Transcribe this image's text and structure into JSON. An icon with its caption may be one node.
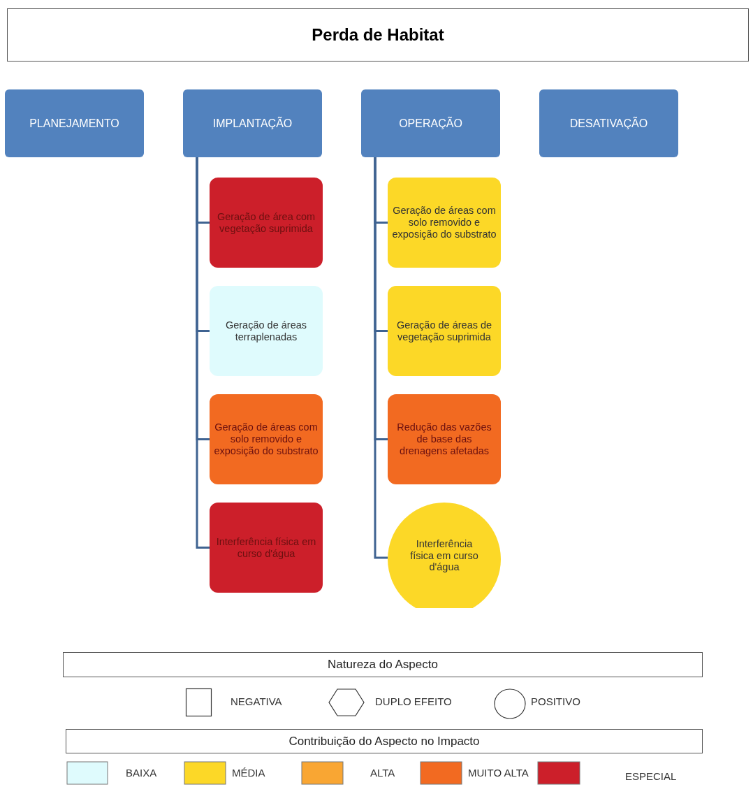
{
  "diagram": {
    "title": "Perda de Habitat",
    "nodes": [
      {
        "text": [
          "PLANEJAMENTO"
        ]
      },
      {
        "text": [
          "IMPLANTAÇÃO"
        ]
      },
      {
        "text": [
          "OPERAÇÃO"
        ]
      },
      {
        "text": [
          "DESATIVAÇÃO"
        ]
      },
      {
        "text": [
          "Geração de área com vegetação suprimida"
        ]
      },
      {
        "text": [
          "Geração de áreas terraplenadas"
        ]
      },
      {
        "text": [
          "Geração de áreas com solo removido e exposição do substrato"
        ]
      },
      {
        "text": [
          "Interferência física em curso d'água"
        ]
      },
      {
        "text": [
          "Geração de áreas com solo removido e exposição do substrato"
        ]
      },
      {
        "text": [
          "Geração de áreas de vegetação suprimida"
        ]
      },
      {
        "text": [
          "Redução das vazões de base das drenagens afetadas"
        ]
      },
      {
        "text": [
          "Interferência física em curso d'água"
        ]
      }
    ],
    "edges": [
      {
        "from": 1,
        "to": 4,
        "arrow": "none"
      },
      {
        "from": 1,
        "to": 5,
        "arrow": "none"
      },
      {
        "from": 1,
        "to": 6,
        "arrow": "none"
      },
      {
        "from": 1,
        "to": 7,
        "arrow": "none"
      },
      {
        "from": 2,
        "to": 8,
        "arrow": "none"
      },
      {
        "from": 2,
        "to": 9,
        "arrow": "none"
      },
      {
        "from": 2,
        "to": 10,
        "arrow": "none"
      },
      {
        "from": 2,
        "to": 11,
        "arrow": "none"
      }
    ],
    "labels": [
      "Natureza do Aspecto",
      "Contribuição do Aspecto no Impacto"
    ],
    "legend": [
      {
        "text": "NEGATIVA"
      },
      {
        "text": "DUPLO EFEITO"
      },
      {
        "text": "POSITIVO"
      },
      {
        "text": "BAIXA",
        "color": "#dffbfd"
      },
      {
        "text": "MÉDIA",
        "color": "#fcd827"
      },
      {
        "text": "ALTA",
        "color": "#f9a633"
      },
      {
        "text": "MUITO ALTA",
        "color": "#f26a21"
      },
      {
        "text": "ESPECIAL",
        "color": "#cc1f2a"
      }
    ]
  }
}
